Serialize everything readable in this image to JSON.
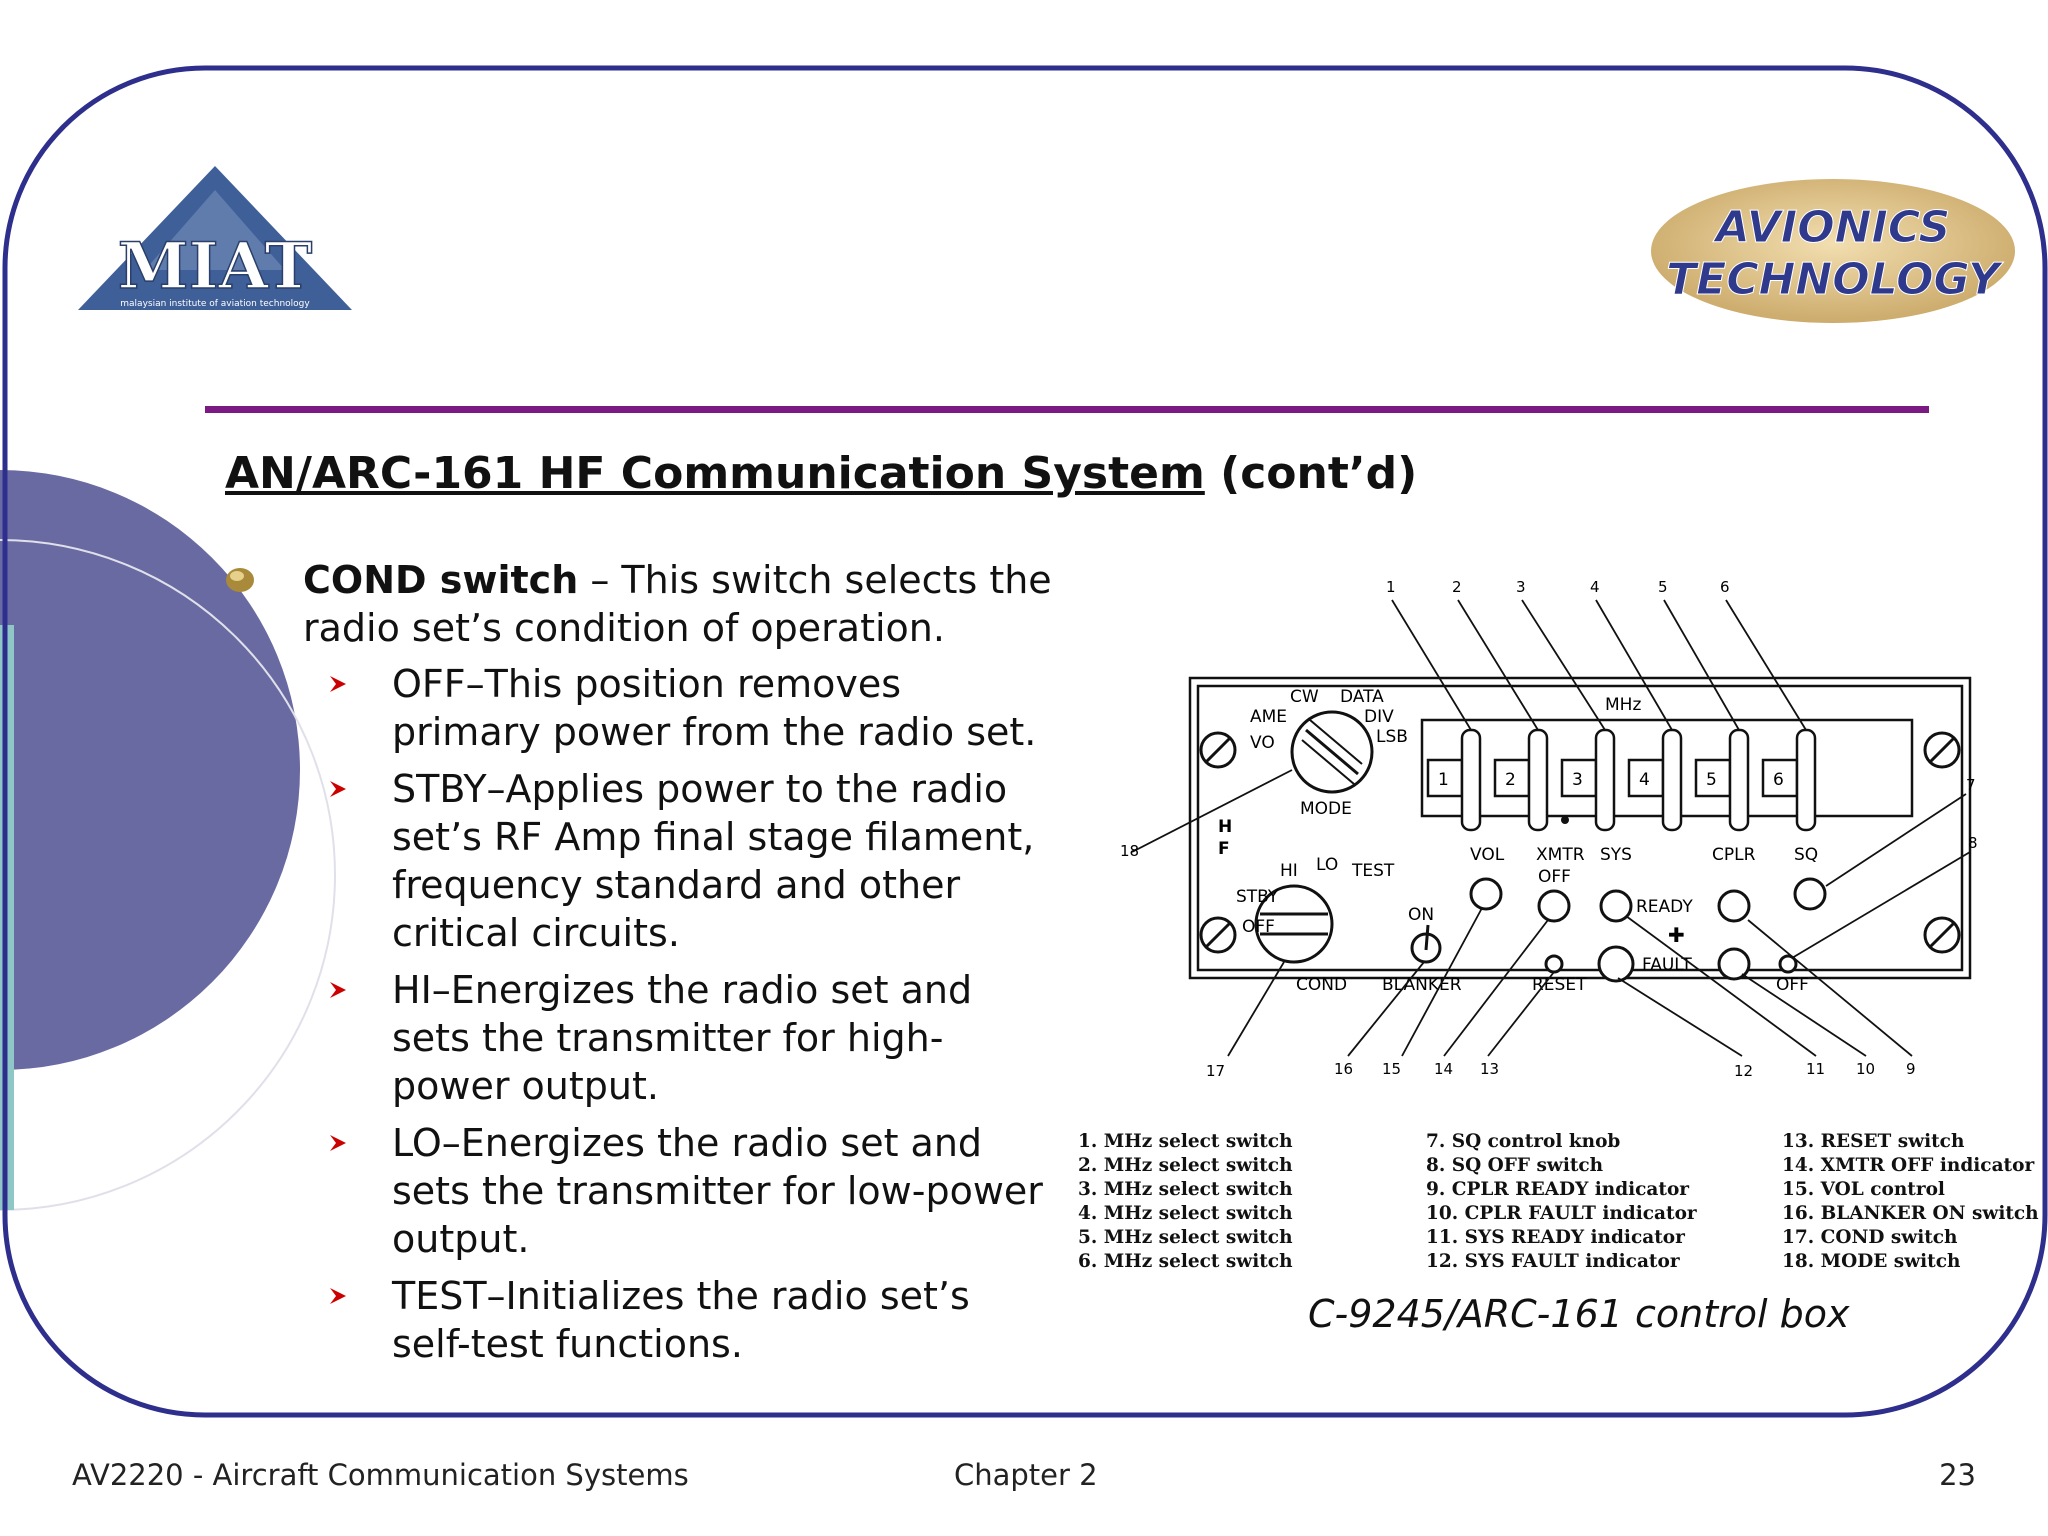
{
  "logo": {
    "text": "MIAT",
    "subtitle": "malaysian institute of aviation technology"
  },
  "badge": {
    "line1": "AVIONICS",
    "line2": "TECHNOLOGY"
  },
  "title": {
    "underlined": "AN/ARC-161 HF Communication System",
    "suffix": " (cont’d)"
  },
  "bullet": {
    "term": "COND switch",
    "text": " – This switch selects the radio set’s condition of operation.",
    "items": [
      "OFF–This position removes primary power from the radio set.",
      "STBY–Applies power to the radio set’s RF Amp final stage filament, frequency standard and other critical circuits.",
      "HI–Energizes the radio set and sets the transmitter for high-power output.",
      "LO–Energizes the radio set and sets the transmitter for low-power output.",
      "TEST–Initializes the radio set’s self-test functions."
    ]
  },
  "figure": {
    "labels": {
      "mode_cw": "CW",
      "mode_data": "DATA",
      "mode_ame": "AME",
      "mode_div": "DIV",
      "mode_vo": "VO",
      "mode_lsb": "LSB",
      "mode_title": "MODE",
      "mhz": "MHz",
      "hf_h": "H",
      "hf_f": "F",
      "cond_hi": "HI",
      "cond_lo": "LO",
      "cond_test": "TEST",
      "cond_stby": "STBY",
      "cond_off": "OFF",
      "cond_title": "COND",
      "on": "ON",
      "blanker": "BLANKER",
      "vol": "VOL",
      "xmtr": "XMTR",
      "xmtr_off": "OFF",
      "sys": "SYS",
      "cplr": "CPLR",
      "sq": "SQ",
      "ready": "READY",
      "fault": "FAULT",
      "reset": "RESET",
      "sq_off": "OFF"
    },
    "digits": [
      "1",
      "2",
      "3",
      "4",
      "5",
      "6"
    ],
    "callouts": [
      "1",
      "2",
      "3",
      "4",
      "5",
      "6",
      "7",
      "8",
      "9",
      "10",
      "11",
      "12",
      "13",
      "14",
      "15",
      "16",
      "17",
      "18"
    ],
    "legend_col1": [
      "1.  MHz select switch",
      "2.  MHz select switch",
      "3.  MHz select switch",
      "4.  MHz select switch",
      "5.  MHz select switch",
      "6.  MHz select switch"
    ],
    "legend_col2": [
      " 7.  SQ control knob",
      " 8.  SQ OFF switch",
      " 9.  CPLR READY indicator",
      "10.  CPLR FAULT indicator",
      "11.  SYS READY indicator",
      "12.  SYS FAULT indicator"
    ],
    "legend_col3": [
      "13.  RESET switch",
      "14.  XMTR OFF indicator",
      "15.  VOL control",
      "16.  BLANKER ON switch",
      "17.  COND switch",
      "18.  MODE switch"
    ],
    "caption": "C-9245/ARC-161 control box"
  },
  "footer": {
    "left": "AV2220 - Aircraft Communication Systems",
    "center": "Chapter 2",
    "right": "23"
  },
  "colors": {
    "frame": "#2e2e8c",
    "rule": "#7a1a82",
    "circle": "#6a6aa3",
    "bar": "#8fc7c7",
    "bullet_arrow": "#cc0000"
  }
}
